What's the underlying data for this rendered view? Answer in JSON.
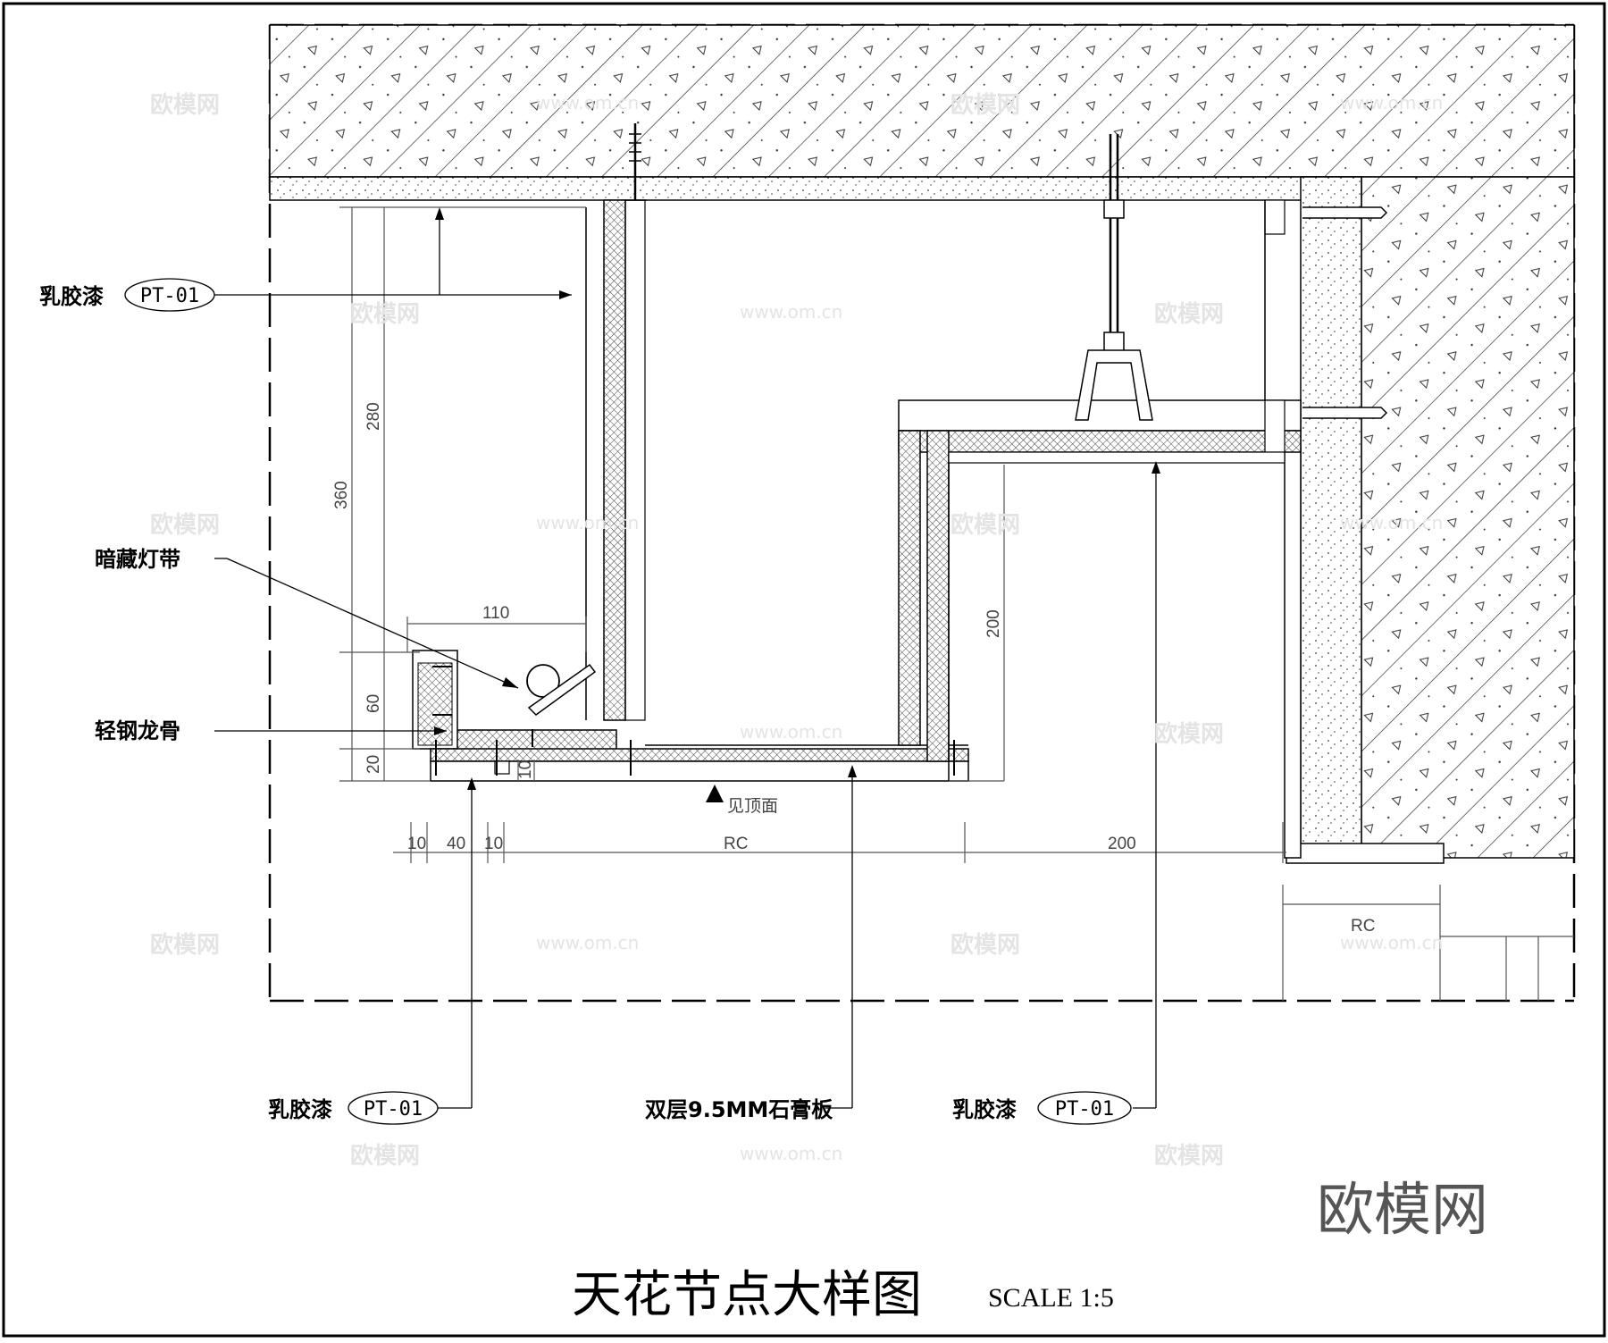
{
  "drawing": {
    "title": "天花节点大样图",
    "scale_label": "SCALE 1:5",
    "logo": "欧模网"
  },
  "labels": {
    "paint_top_left": "乳胶漆",
    "paint_top_left_tag": "PT-01",
    "hidden_light": "暗藏灯带",
    "light_steel_keel": "轻钢龙骨",
    "paint_bottom_left": "乳胶漆",
    "paint_bottom_left_tag": "PT-01",
    "gypsum_board": "双层9.5MM石膏板",
    "paint_bottom_right": "乳胶漆",
    "paint_bottom_right_tag": "PT-01",
    "see_ceiling": "见顶面"
  },
  "dimensions": {
    "d280": "280",
    "d360": "360",
    "d110": "110",
    "d60": "60",
    "d20": "20",
    "d10_small": "10",
    "d200_vertical": "200",
    "h10_a": "10",
    "h40": "40",
    "h10_b": "10",
    "h_rc": "RC",
    "h200": "200",
    "rc_right": "RC"
  },
  "watermarks": [
    "欧模网",
    "www.om.cn"
  ]
}
